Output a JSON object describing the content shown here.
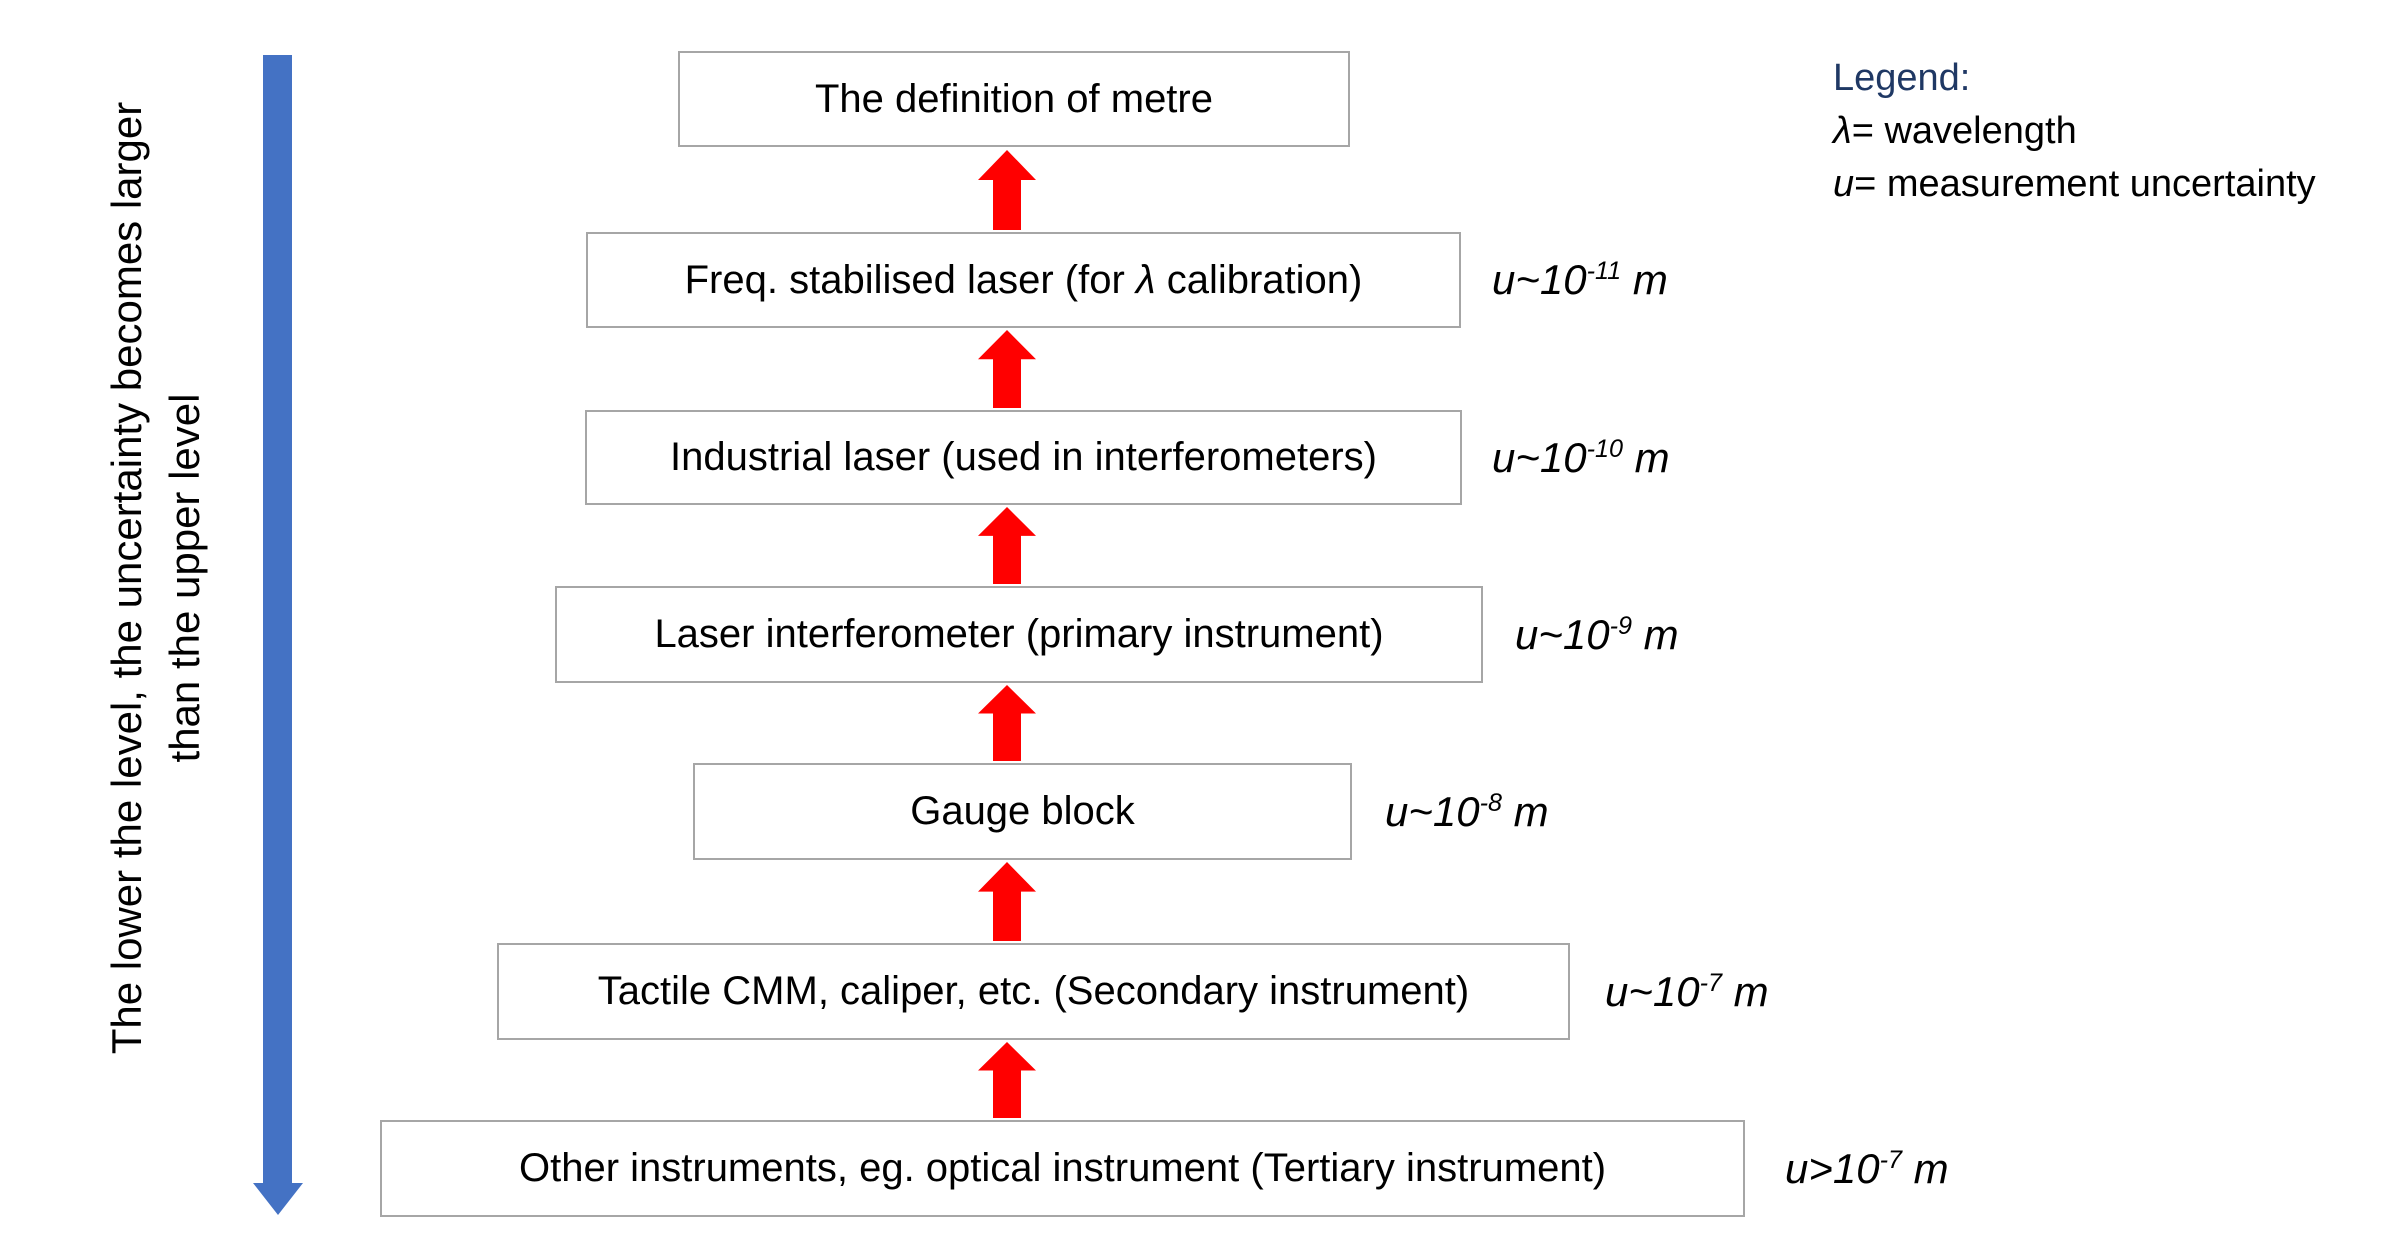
{
  "colors": {
    "arrow_red": "#FF0000",
    "arrow_blue": "#4472C4",
    "legend_title": "#1F3864",
    "box_border": "#A6A6A6",
    "text": "#000000"
  },
  "side_note": {
    "line1": "The lower the level, the uncertainty becomes larger",
    "line2": "than the upper level"
  },
  "legend": {
    "title": "Legend:",
    "items": [
      {
        "symbol": "λ",
        "rest": "= wavelength"
      },
      {
        "symbol": "u",
        "rest": "= measurement uncertainty"
      }
    ]
  },
  "levels": [
    {
      "label_pre": "The definition of metre"
    },
    {
      "label_pre": "Freq. stabilised laser (for ",
      "label_symbol": "λ",
      "label_post": " calibration)",
      "u_base": "u~10",
      "u_exp": "-11",
      "u_unit": " m"
    },
    {
      "label_pre": "Industrial laser (used in interferometers)",
      "u_base": "u~10",
      "u_exp": "-10",
      "u_unit": " m"
    },
    {
      "label_pre": "Laser interferometer (primary instrument)",
      "u_base": "u~10",
      "u_exp": "-9",
      "u_unit": " m"
    },
    {
      "label_pre": "Gauge block",
      "u_base": "u~10",
      "u_exp": "-8",
      "u_unit": " m"
    },
    {
      "label_pre": "Tactile CMM, caliper, etc. (Secondary instrument)",
      "u_base": "u~10",
      "u_exp": "-7",
      "u_unit": " m"
    },
    {
      "label_pre": "Other instruments, eg. optical instrument (Tertiary instrument)",
      "u_base": "u>10",
      "u_exp": "-7",
      "u_unit": " m"
    }
  ]
}
